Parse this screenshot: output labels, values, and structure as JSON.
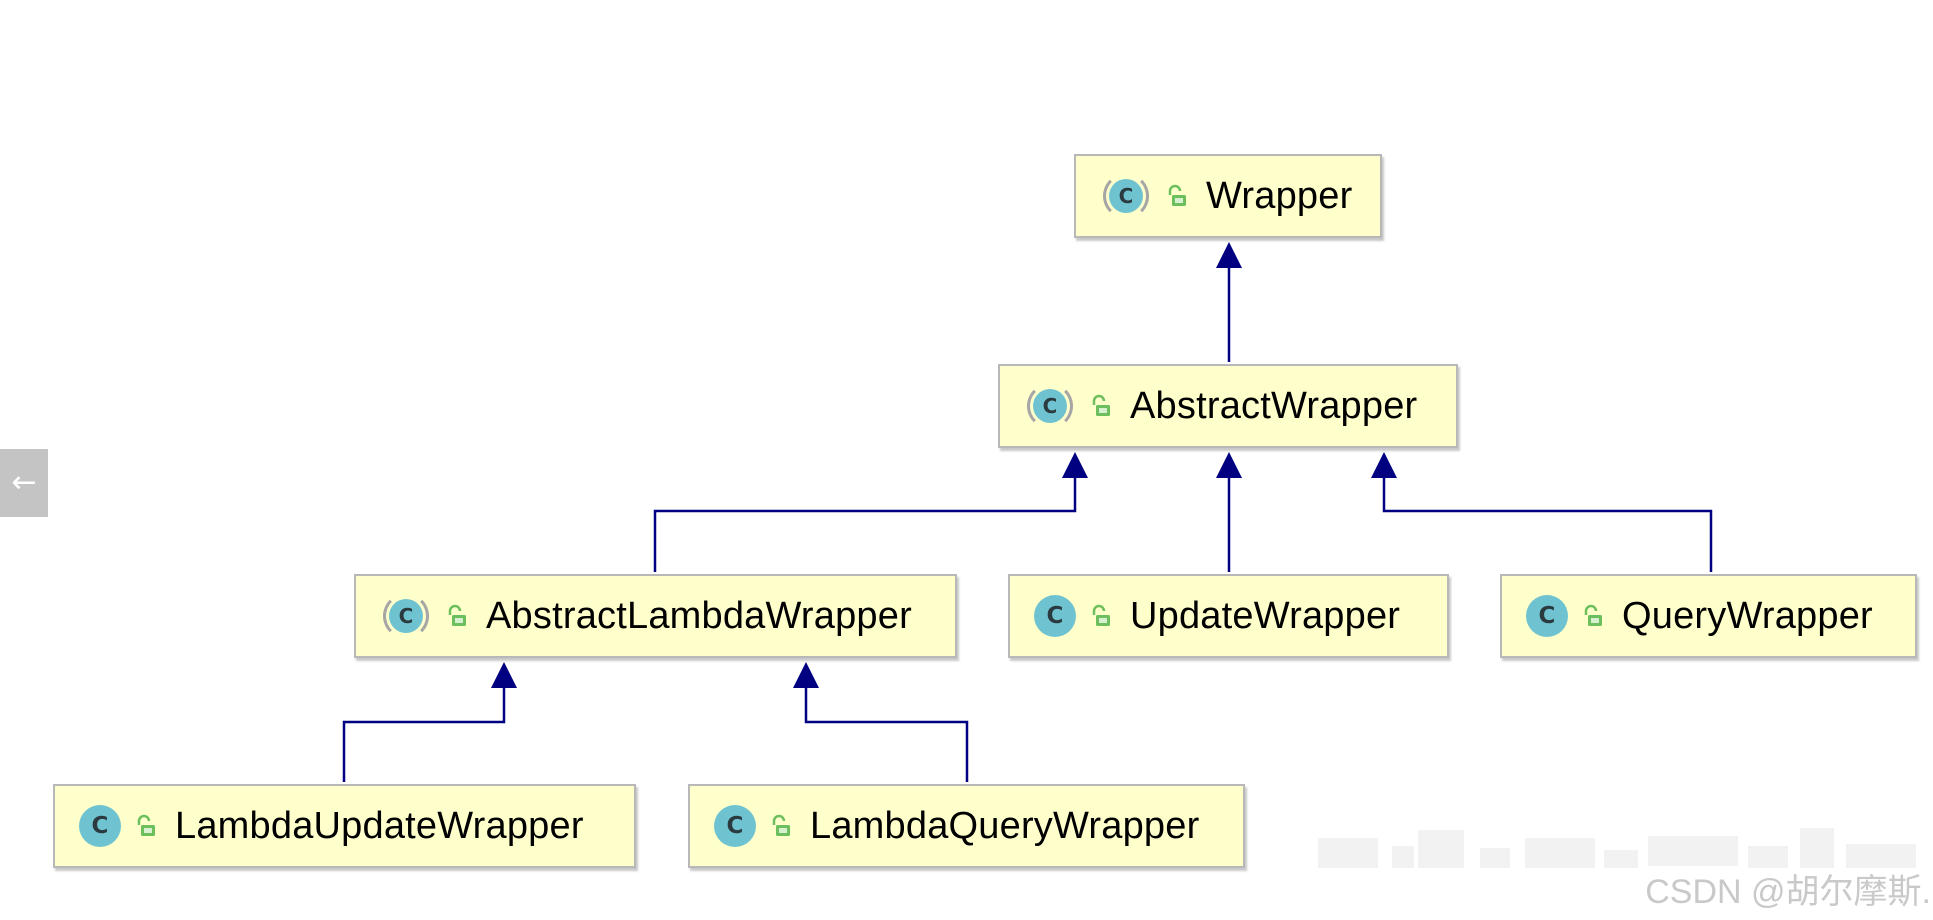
{
  "diagram": {
    "nodes": [
      {
        "id": "wrapper",
        "label": "Wrapper",
        "icon": "abstract-class-icon"
      },
      {
        "id": "abstract-wrapper",
        "label": "AbstractWrapper",
        "icon": "abstract-class-icon"
      },
      {
        "id": "abstract-lambda-wrapper",
        "label": "AbstractLambdaWrapper",
        "icon": "abstract-class-icon"
      },
      {
        "id": "update-wrapper",
        "label": "UpdateWrapper",
        "icon": "class-icon"
      },
      {
        "id": "query-wrapper",
        "label": "QueryWrapper",
        "icon": "class-icon"
      },
      {
        "id": "lambda-update-wrapper",
        "label": "LambdaUpdateWrapper",
        "icon": "class-icon"
      },
      {
        "id": "lambda-query-wrapper",
        "label": "LambdaQueryWrapper",
        "icon": "class-icon"
      }
    ],
    "edges": [
      {
        "from": "abstract-wrapper",
        "to": "wrapper",
        "type": "extends"
      },
      {
        "from": "abstract-lambda-wrapper",
        "to": "abstract-wrapper",
        "type": "extends"
      },
      {
        "from": "update-wrapper",
        "to": "abstract-wrapper",
        "type": "extends"
      },
      {
        "from": "query-wrapper",
        "to": "abstract-wrapper",
        "type": "extends"
      },
      {
        "from": "lambda-update-wrapper",
        "to": "abstract-lambda-wrapper",
        "type": "extends"
      },
      {
        "from": "lambda-query-wrapper",
        "to": "abstract-lambda-wrapper",
        "type": "extends"
      }
    ],
    "class_icon_letter": "C",
    "colors": {
      "node_fill": "#ffffcc",
      "node_border": "#b8b8b8",
      "class_icon": "#6fc3d0",
      "lock_icon": "#6cbf5c",
      "edge": "#000080"
    }
  },
  "controls": {
    "back_icon": "arrow-left-icon",
    "back_glyph": "←"
  },
  "watermark": {
    "text": "CSDN @胡尔摩斯."
  }
}
